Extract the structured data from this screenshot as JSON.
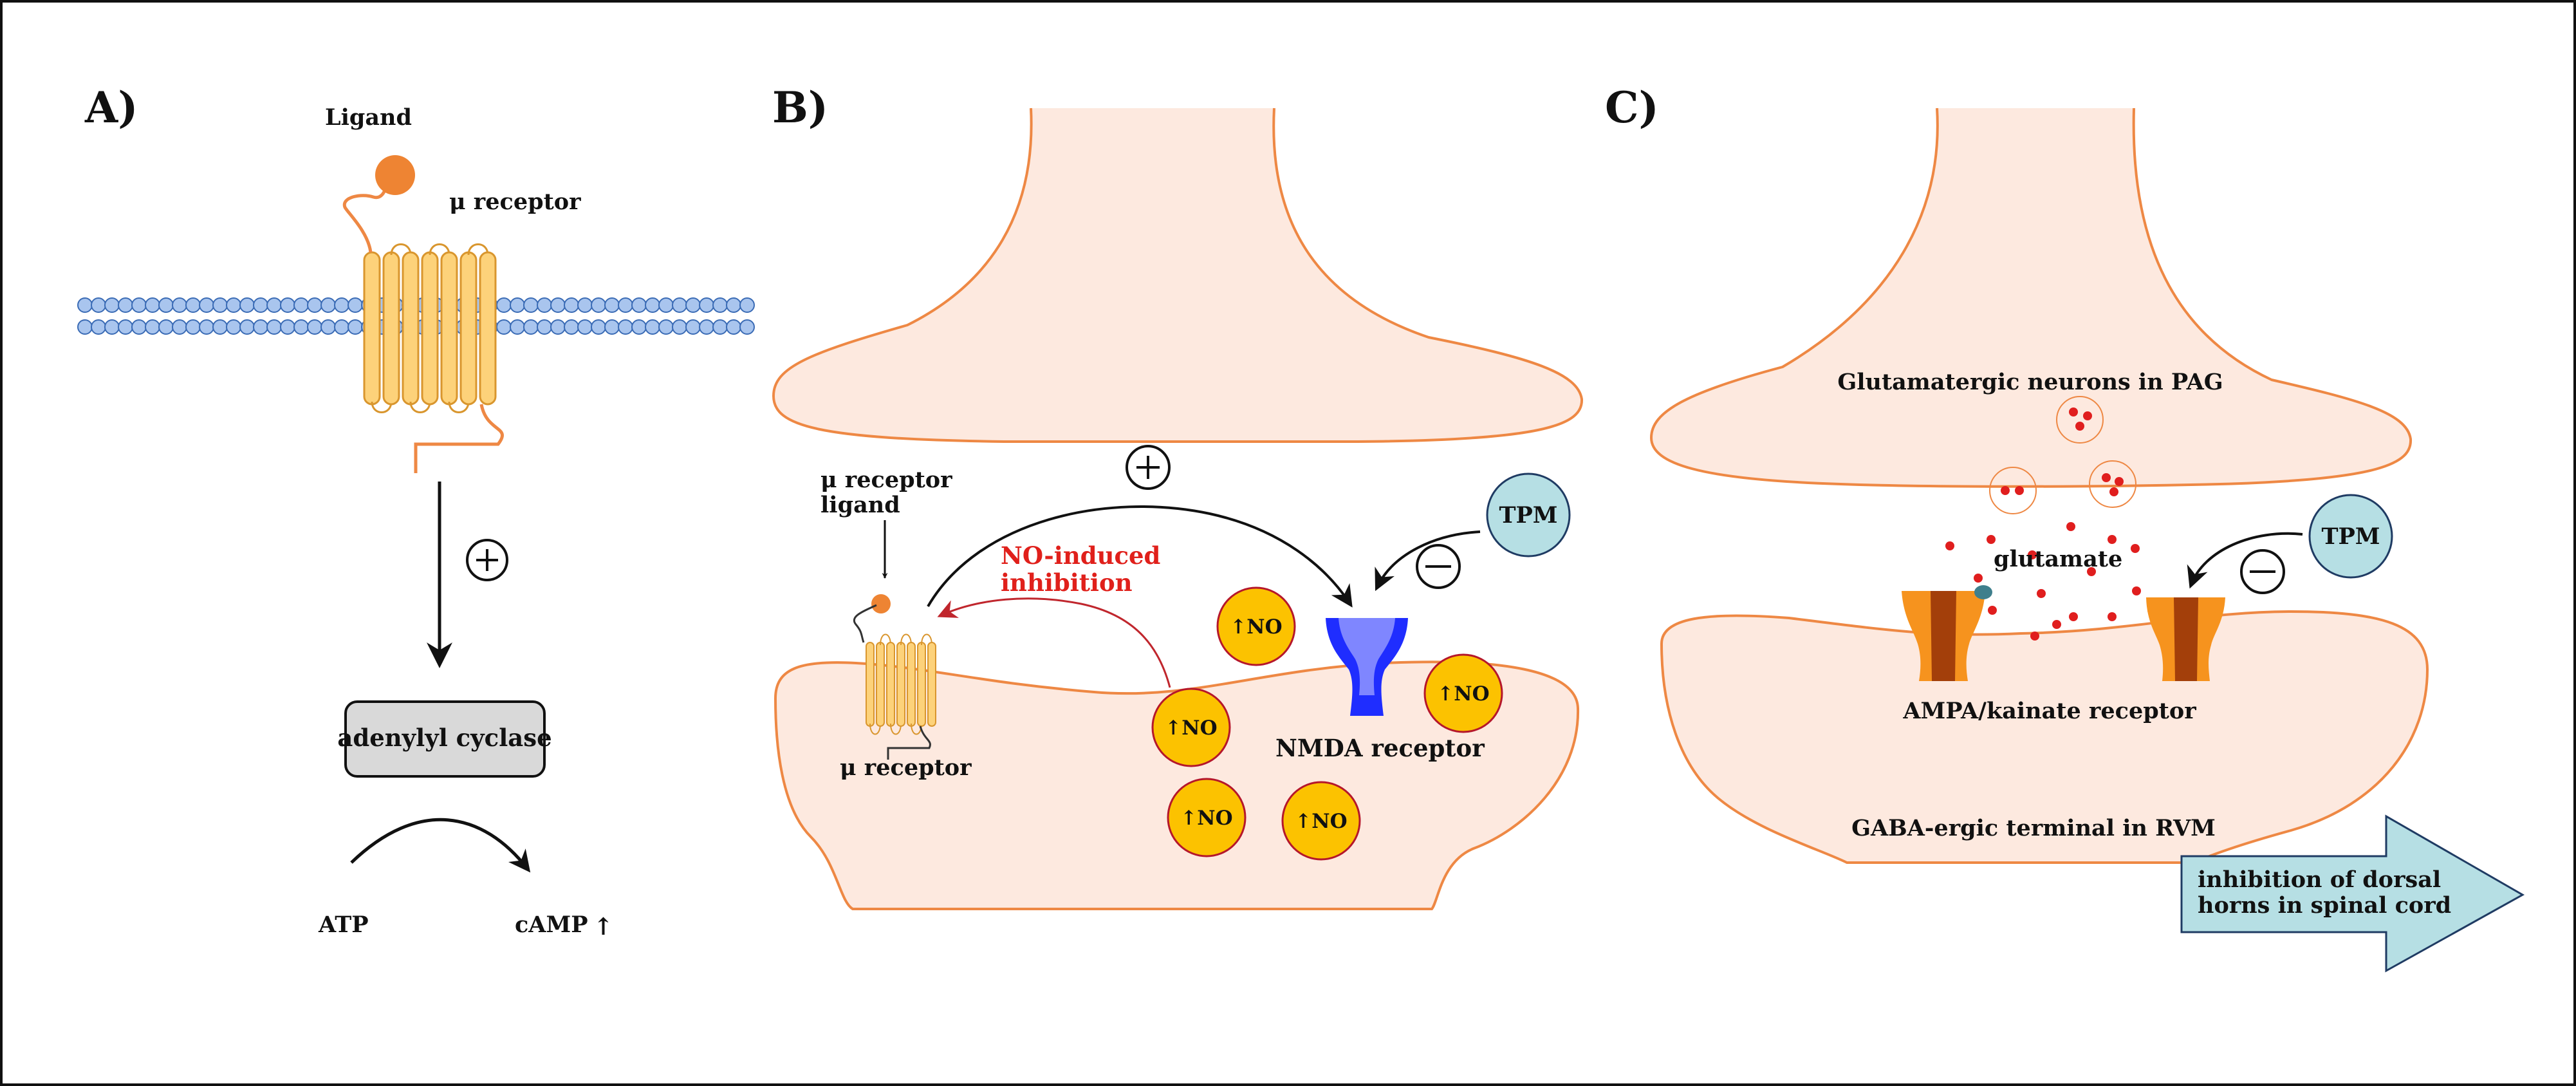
{
  "panels": {
    "a": {
      "letter": "A)",
      "ligand": "Ligand",
      "receptor": "μ receptor",
      "enzyme": "adenylyl cyclase",
      "substrate": "ATP",
      "product": "cAMP",
      "product_arrow": "↑",
      "activation_sign": "+"
    },
    "b": {
      "letter": "B)",
      "ligand_line1": "μ receptor",
      "ligand_line2": "ligand",
      "receptor": "μ receptor",
      "inhibition_line1": "NO-induced",
      "inhibition_line2": "inhibition",
      "drug": "TPM",
      "nmda": "NMDA receptor",
      "no_vesicle": "↑NO",
      "activation_sign": "+",
      "inhibition_sign": "−"
    },
    "c": {
      "letter": "C)",
      "presynaptic": "Glutamatergic neurons in PAG",
      "transmitter": "glutamate",
      "drug": "TPM",
      "receptor": "AMPA/kainate receptor",
      "postsynaptic": "GABA-ergic terminal in RVM",
      "outcome_line1": "inhibition of dorsal",
      "outcome_line2": "horns in spinal cord",
      "inhibition_sign": "−"
    }
  },
  "colors": {
    "cell_fill": "#fde9df",
    "cell_outline": "#ee8844",
    "helix_fill": "#fdd27a",
    "helix_outline": "#d9962e",
    "ligand": "#ee8433",
    "membrane": "#a9c5ee",
    "membrane_outline": "#3a6bb5",
    "no_vesicle_fill": "#fcc200",
    "no_vesicle_outline": "#b5172b",
    "nmda_receptor": "#1f2dff",
    "nmda_receptor_light": "#7f86ff",
    "ampa_receptor_outer": "#f6931e",
    "ampa_receptor_inner": "#a33f0a",
    "tpm_bubble": "#b6dfe4",
    "outcome_arrow": "#b6dfe4",
    "enzyme_box": "#d9d9d9",
    "glutamate_dot": "#e01e1e",
    "inhibition_arrow": "#b22222"
  }
}
